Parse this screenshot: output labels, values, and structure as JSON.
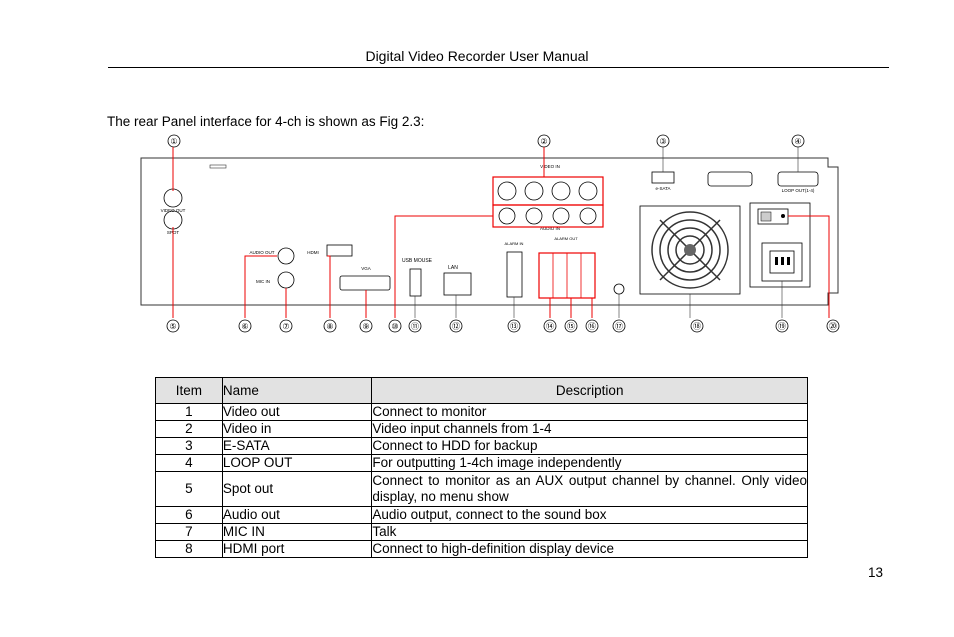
{
  "header": {
    "title": "Digital Video Recorder User Manual"
  },
  "intro": "The rear Panel interface for 4-ch is shown as Fig 2.3:",
  "figure": {
    "callouts": [
      "①",
      "②",
      "③",
      "④",
      "⑤",
      "⑥",
      "⑦",
      "⑧",
      "⑨",
      "⑩",
      "⑪",
      "⑫",
      "⑬",
      "⑭",
      "⑮",
      "⑯",
      "⑰",
      "⑱",
      "⑲",
      "⑳"
    ],
    "labels": {
      "video_out": "VIDEO OUT",
      "spot": "SPOT",
      "audio_out": "AUDIO OUT",
      "mic_in": "MIC IN",
      "hdmi": "HDMI",
      "vga": "VGA",
      "usb_mouse": "USB MOUSE",
      "lan": "LAN",
      "alarm_in": "ALARM IN",
      "alarm_out": "ALARM OUT",
      "video_in": "VIDEO IN",
      "audio_in": "AUDIO IN",
      "esata": "e-SATA",
      "loop_out": "LOOP OUT(1-4)"
    }
  },
  "table": {
    "headers": {
      "item": "Item",
      "name": "Name",
      "description": "Description"
    },
    "rows": [
      {
        "item": "1",
        "name": "Video out",
        "description": "Connect to monitor"
      },
      {
        "item": "2",
        "name": "Video in",
        "description": "Video input channels from 1-4"
      },
      {
        "item": "3",
        "name": "E-SATA",
        "description": "Connect to HDD for backup"
      },
      {
        "item": "4",
        "name": "LOOP OUT",
        "description": "For outputting 1-4ch image independently"
      },
      {
        "item": "5",
        "name": "Spot out",
        "description": "Connect to monitor as an AUX output channel by channel. Only video display, no menu show"
      },
      {
        "item": "6",
        "name": "Audio out",
        "description": "Audio output, connect to the sound box"
      },
      {
        "item": "7",
        "name": "MIC IN",
        "description": "Talk"
      },
      {
        "item": "8",
        "name": "HDMI port",
        "description": "Connect to high-definition display device"
      }
    ]
  },
  "page_number": "13"
}
